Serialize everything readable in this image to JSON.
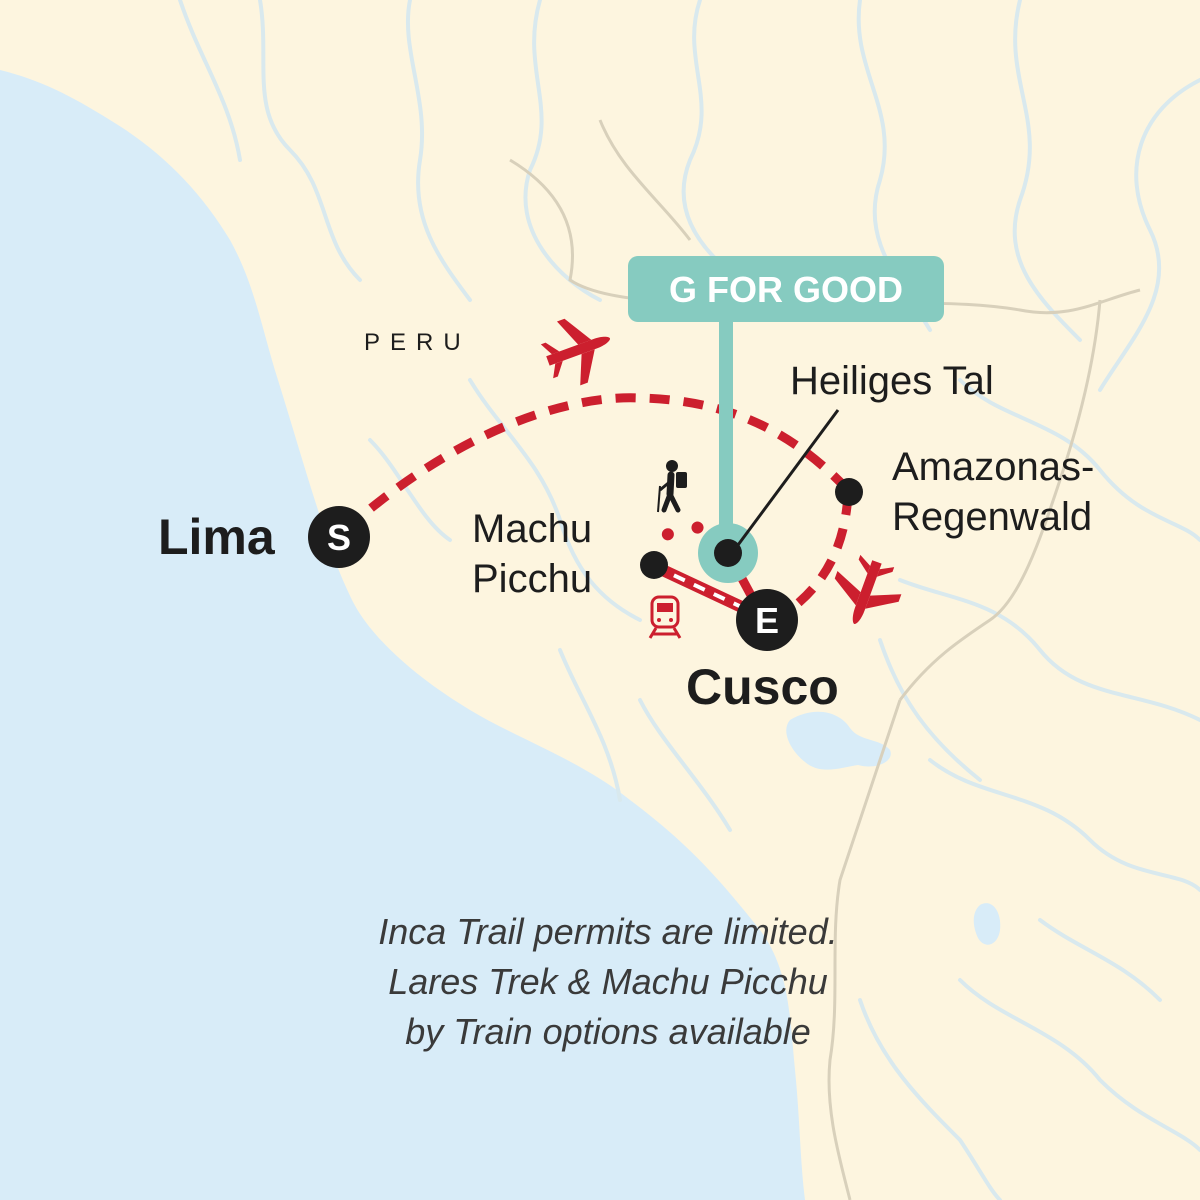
{
  "colors": {
    "land": "#fdf5df",
    "sea": "#d8ecf8",
    "route": "#cc1f2e",
    "badge": "#86cbc0",
    "marker": "#1d1d1d",
    "river": "#d9e9ee",
    "border": "#d8d0bb"
  },
  "country_label": "PERU",
  "badge": {
    "text": "G FOR GOOD"
  },
  "places": {
    "lima": {
      "name": "Lima",
      "marker_letter": "S"
    },
    "cusco": {
      "name": "Cusco",
      "marker_letter": "E"
    },
    "machu_picchu": {
      "name_line1": "Machu",
      "name_line2": "Picchu"
    },
    "sacred_valley": {
      "name": "Heiliges Tal"
    },
    "amazon": {
      "name_line1": "Amazonas-",
      "name_line2": "Regenwald"
    }
  },
  "note": {
    "line1": "Inca Trail permits are limited.",
    "line2": "Lares Trek & Machu Picchu",
    "line3": "by Train options available"
  },
  "icons": [
    "plane-icon",
    "plane-icon",
    "hiker-icon",
    "train-icon"
  ]
}
